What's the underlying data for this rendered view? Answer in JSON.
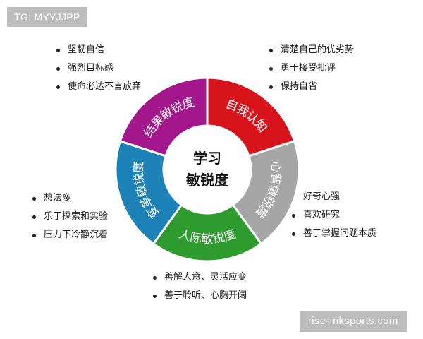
{
  "watermarks": {
    "top": "TG: MYYJJPP",
    "bottom": "rise-mksports.com"
  },
  "center": {
    "line1": "学习",
    "line2": "敏锐度"
  },
  "segments": [
    {
      "label": "自我认知",
      "color": "#d7141b"
    },
    {
      "label": "心智敏锐度",
      "color": "#a6a6a6"
    },
    {
      "label": "人际敏锐度",
      "color": "#2e9b2e"
    },
    {
      "label": "变革敏锐度",
      "color": "#1c82b8"
    },
    {
      "label": "结果敏锐度",
      "color": "#a3168c"
    }
  ],
  "bullets": {
    "top_left": [
      "坚韧自信",
      "强烈目标感",
      "使命必达不言放弃"
    ],
    "top_right": [
      "清楚自己的优劣势",
      "勇于接受批评",
      "保持自省"
    ],
    "left": [
      "想法多",
      "乐于探索和实验",
      "压力下冷静沉着"
    ],
    "right": [
      "好奇心强",
      "喜欢研究",
      "善于掌握问题本质"
    ],
    "bottom": [
      "善解人意、灵活应变",
      "善于聆听、心胸开阔"
    ]
  }
}
